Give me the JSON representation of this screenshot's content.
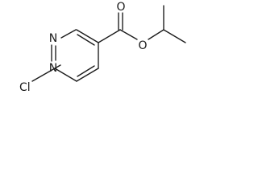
{
  "molecule": {
    "atoms": [
      {
        "id": "N1",
        "element": "N",
        "label": "N"
      },
      {
        "id": "N2",
        "element": "N",
        "label": "N"
      },
      {
        "id": "O1",
        "element": "O",
        "label": "O"
      },
      {
        "id": "O2",
        "element": "O",
        "label": "O"
      },
      {
        "id": "Cl1",
        "element": "Cl",
        "label": "Cl"
      }
    ],
    "colors": {
      "bond": "#1a1a1a",
      "label": "#1a1a1a",
      "background": "#ffffff"
    }
  }
}
